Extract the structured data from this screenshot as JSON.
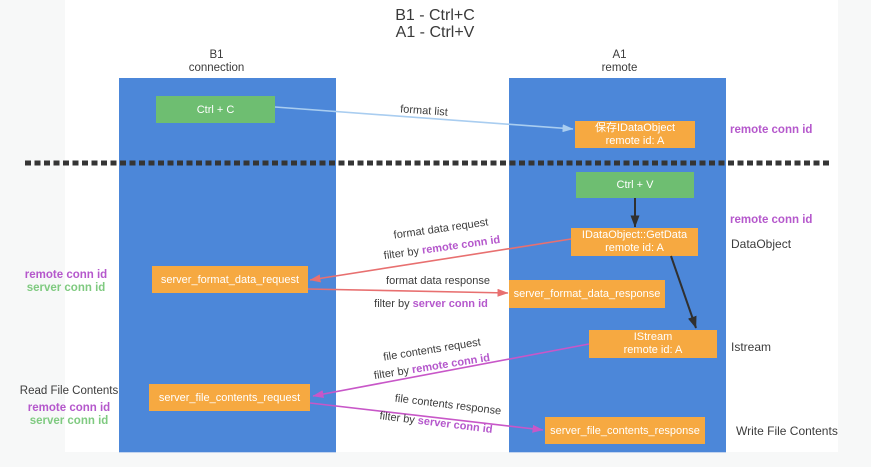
{
  "title": {
    "line1": "B1 - Ctrl+C",
    "line2": "A1 - Ctrl+V"
  },
  "columns": {
    "left": {
      "name": "B1",
      "role": "connection"
    },
    "right": {
      "name": "A1",
      "role": "remote"
    }
  },
  "nodes": {
    "ctrl_c": {
      "label": "Ctrl + C"
    },
    "ctrl_v": {
      "label": "Ctrl + V"
    },
    "save_dataobject": {
      "line1": "保存IDataObject",
      "line2": "remote id: A"
    },
    "getdata": {
      "line1": "IDataObject::GetData",
      "line2": "remote id: A"
    },
    "istream": {
      "line1": "IStream",
      "line2": "remote id: A"
    },
    "format_request": {
      "label": "server_format_data_request"
    },
    "format_response": {
      "label": "server_format_data_response"
    },
    "file_request": {
      "label": "server_file_contents_request"
    },
    "file_response": {
      "label": "server_file_contents_response"
    }
  },
  "arrow_labels": {
    "format_list": "format list",
    "format_data_request": "format data request",
    "format_data_request_filter": {
      "prefix": "filter by",
      "key": "remote conn id"
    },
    "format_data_response": "format data response",
    "format_data_response_filter": {
      "prefix": "filter by",
      "key": "server conn id"
    },
    "file_contents_request": "file contents request",
    "file_contents_request_filter": {
      "prefix": "filter by",
      "key": "remote conn id"
    },
    "file_contents_response": "file contents response",
    "file_contents_response_filter": {
      "prefix": "filter by",
      "key": "server conn id"
    }
  },
  "side_labels": {
    "left_top": {
      "remote": "remote conn id",
      "server": "server conn id"
    },
    "left_bottom": {
      "title": "Read File Contents",
      "remote": "remote conn id",
      "server": "server conn id"
    },
    "right": {
      "remote_1": "remote conn id",
      "remote_2": "remote conn id",
      "dataobject": "DataObject",
      "istream": "Istream",
      "write_file": "Write File Contents"
    }
  },
  "colors": {
    "column_blue": "#4c87d9",
    "node_green": "#6ebe71",
    "node_orange": "#f6a941",
    "remote_conn_purple": "#b558cc",
    "server_conn_green": "#7fca80",
    "request_arrow_red": "#e87070",
    "file_arrow_magenta": "#c857c8",
    "format_list_arrow_blue": "#a9cdf0",
    "dashed_line_black": "#353535"
  }
}
